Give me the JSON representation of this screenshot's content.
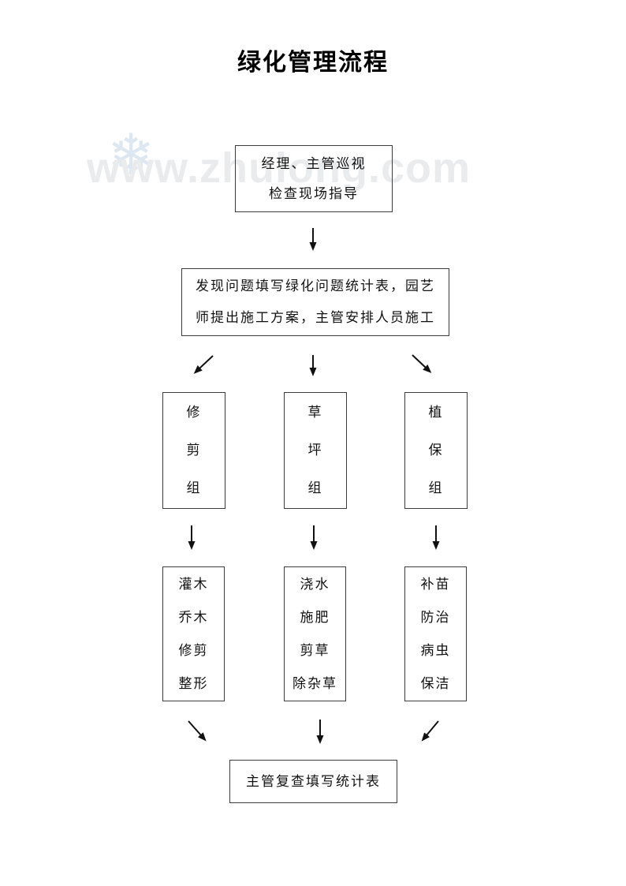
{
  "page": {
    "title": "绿化管理流程"
  },
  "watermark": {
    "text": "www.zhulong.com",
    "logo_icon": "snowflake",
    "text_color": "#e9ebed",
    "logo_color": "#dde7f1"
  },
  "flowchart": {
    "ink_color": "#111111",
    "border_color": "#3c3c3c",
    "patrol_box": {
      "line1": "经理、主管巡视",
      "line2": "检查现场指导"
    },
    "report_box": {
      "line1": "发现问题填写绿化问题统计表，园艺",
      "line2": "师提出施工方案，主管安排人员施工"
    },
    "group_boxes": [
      {
        "name": "修剪组",
        "chars": [
          "修",
          "剪",
          "组"
        ]
      },
      {
        "name": "草坪组",
        "chars": [
          "草",
          "坪",
          "组"
        ]
      },
      {
        "name": "植保组",
        "chars": [
          "植",
          "保",
          "组"
        ]
      }
    ],
    "task_boxes": [
      {
        "lines": [
          "灌木",
          "乔木",
          "修剪",
          "整形"
        ]
      },
      {
        "lines": [
          "浇水",
          "施肥",
          "剪草",
          "除杂草"
        ]
      },
      {
        "lines": [
          "补苗",
          "防治",
          "病虫",
          "保洁"
        ]
      }
    ],
    "final_box": {
      "text": "主管复查填写统计表"
    }
  }
}
